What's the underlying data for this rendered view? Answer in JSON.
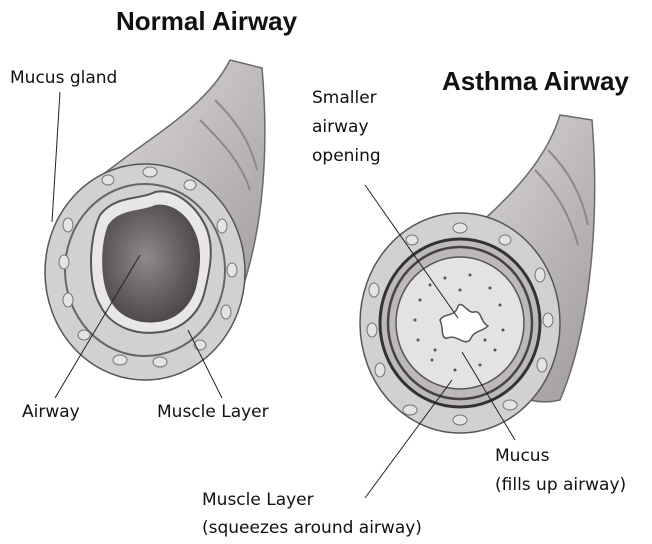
{
  "titles": {
    "normal": "Normal Airway",
    "asthma": "Asthma Airway"
  },
  "labels": {
    "mucus_gland": "Mucus gland",
    "airway": "Airway",
    "normal_muscle_layer": "Muscle Layer",
    "smaller_opening_line1": "Smaller",
    "smaller_opening_line2": "airway",
    "smaller_opening_line3": "opening",
    "mucus": "Mucus",
    "mucus_note": "(fills up airway)",
    "asthma_muscle_layer": "Muscle Layer",
    "asthma_muscle_note": "(squeezes around airway)"
  },
  "colors": {
    "tissue": "#c9c6c6",
    "tissue_dark": "#9d9999",
    "lumen": "#6e6a6a",
    "outline": "#444444"
  }
}
